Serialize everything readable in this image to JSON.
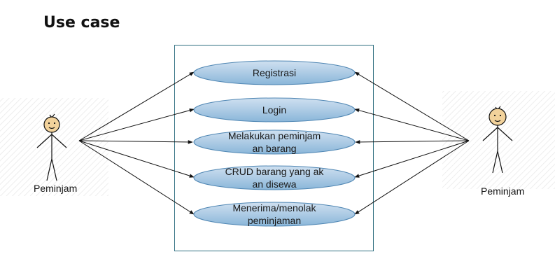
{
  "title": "Use case",
  "colors": {
    "usecase_fill_top": "#c9dcee",
    "usecase_fill_bottom": "#8db8da",
    "usecase_stroke": "#4f86b3",
    "system_border": "#2f6f80",
    "actor_head": "#f2d29b",
    "hatch": "#e6e6e6"
  },
  "actors": [
    {
      "id": "left",
      "label": "Peminjam",
      "icon": "stick-figure-icon"
    },
    {
      "id": "right",
      "label": "Peminjam",
      "icon": "stick-figure-icon"
    }
  ],
  "use_cases": [
    {
      "id": "registrasi",
      "lines": [
        "Registrasi"
      ]
    },
    {
      "id": "login",
      "lines": [
        "Login"
      ]
    },
    {
      "id": "peminjaman",
      "lines": [
        "Melakukan peminjam",
        "an barang"
      ]
    },
    {
      "id": "crud",
      "lines": [
        "CRUD barang yang ak",
        "an disewa"
      ]
    },
    {
      "id": "menerima",
      "lines": [
        "Menerima/menolak",
        "peminjaman"
      ]
    }
  ]
}
